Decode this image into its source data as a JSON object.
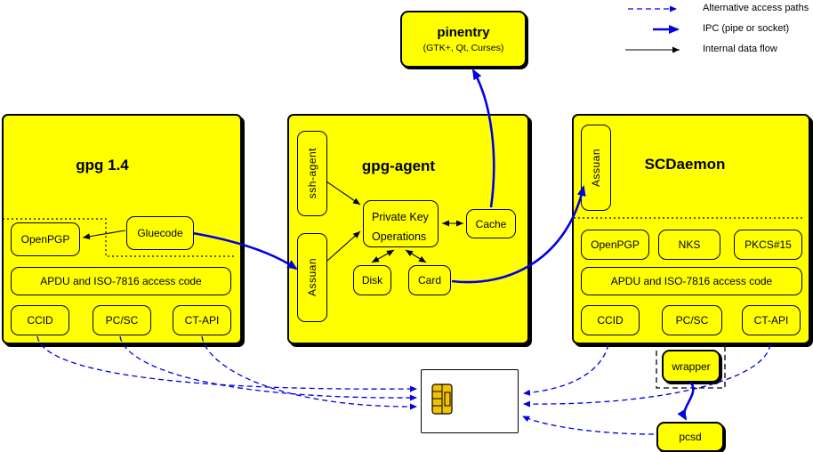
{
  "colors": {
    "box_fill": "#ffff00",
    "ipc_blue": "#0000e6",
    "line_black": "#000000",
    "chip_gold": "#f2c200",
    "card_fill": "#ffffff"
  },
  "legend": {
    "alt_paths": "Alternative access paths",
    "ipc": "IPC (pipe or socket)",
    "internal": "Internal data flow"
  },
  "pinentry": {
    "title": "pinentry",
    "subtitle": "(GTK+, Qt, Curses)"
  },
  "gpg14": {
    "title": "gpg 1.4",
    "openpgp": "OpenPGP",
    "gluecode": "Gluecode",
    "apdu": "APDU and ISO-7816 access code",
    "ccid": "CCID",
    "pcsc": "PC/SC",
    "ctapi": "CT-API"
  },
  "gpg_agent": {
    "title": "gpg-agent",
    "ssh_agent": "ssh-agent",
    "assuan": "Assuan",
    "private_key_line1": "Private Key",
    "private_key_line2": "Operations",
    "cache": "Cache",
    "disk": "Disk",
    "card": "Card"
  },
  "scdaemon": {
    "title": "SCDaemon",
    "assuan": "Assuan",
    "openpgp": "OpenPGP",
    "nks": "NKS",
    "pkcs15": "PKCS#15",
    "apdu": "APDU and ISO-7816 access code",
    "ccid": "CCID",
    "pcsc": "PC/SC",
    "ctapi": "CT-API"
  },
  "external": {
    "wrapper": "wrapper",
    "pcsd": "pcsd"
  }
}
